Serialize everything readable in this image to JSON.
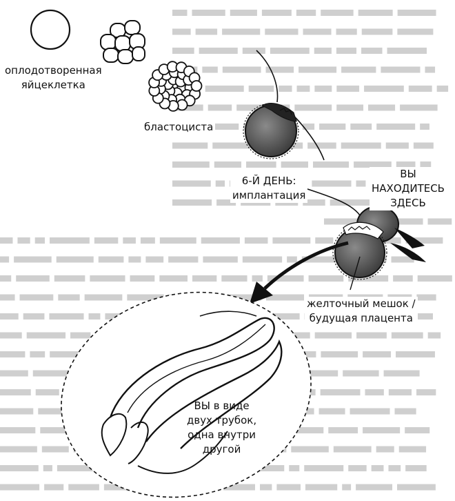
{
  "colors": {
    "ink": "#111111",
    "cell_fill": "#555555",
    "background_text": "#cfcfcf",
    "paper": "#ffffff"
  },
  "labels": {
    "fertilized_egg": [
      "оплодотворенная",
      "яйцеклетка"
    ],
    "blastocyst": "бластоциста",
    "implantation": [
      "6-Й ДЕНЬ:",
      "имплантация"
    ],
    "you_are_here": [
      "ВЫ",
      "НАХОДИТЕСЬ",
      "ЗДЕСЬ"
    ],
    "yolk_sac": [
      "желточный мешок /",
      "будущая плацента"
    ],
    "two_tubes": [
      "ВЫ в виде",
      "двух трубок,",
      "одна внутри",
      "другой"
    ]
  }
}
